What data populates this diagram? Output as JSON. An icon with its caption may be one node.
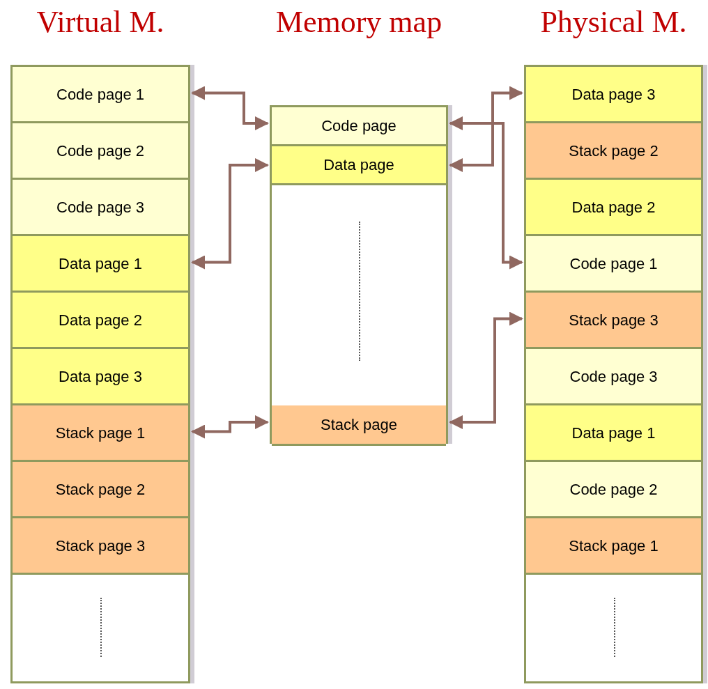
{
  "diagram": {
    "nodes": [
      {
        "text": [
          "Virtual M."
        ]
      },
      {
        "text": [
          "Code page 1"
        ],
        "in": 0
      },
      {
        "text": [
          "Code page 2"
        ],
        "in": 0
      },
      {
        "text": [
          "Code page 3"
        ],
        "in": 0
      },
      {
        "text": [
          "Data page 1"
        ],
        "in": 0
      },
      {
        "text": [
          "Data page 2"
        ],
        "in": 0
      },
      {
        "text": [
          "Data page 3"
        ],
        "in": 0
      },
      {
        "text": [
          "Stack page 1"
        ],
        "in": 0
      },
      {
        "text": [
          "Stack page 2"
        ],
        "in": 0
      },
      {
        "text": [
          "Stack page 3"
        ],
        "in": 0
      },
      {
        "text": [
          "Memory map"
        ]
      },
      {
        "text": [
          "Code page"
        ],
        "in": 10
      },
      {
        "text": [
          "Data page"
        ],
        "in": 10
      },
      {
        "text": [
          "Stack page"
        ],
        "in": 10
      },
      {
        "text": [
          "Physical M."
        ]
      },
      {
        "text": [
          "Data page 3"
        ],
        "in": 14
      },
      {
        "text": [
          "Stack page 2"
        ],
        "in": 14
      },
      {
        "text": [
          "Data page 2"
        ],
        "in": 14
      },
      {
        "text": [
          "Code page 1"
        ],
        "in": 14
      },
      {
        "text": [
          "Stack page 3"
        ],
        "in": 14
      },
      {
        "text": [
          "Code page 3"
        ],
        "in": 14
      },
      {
        "text": [
          "Data page 1"
        ],
        "in": 14
      },
      {
        "text": [
          "Code page 2"
        ],
        "in": 14
      },
      {
        "text": [
          "Stack page 1"
        ],
        "in": 14
      }
    ],
    "edges": [
      {
        "from": 1,
        "to": 11,
        "arrow": "both"
      },
      {
        "from": 4,
        "to": 12,
        "arrow": "both"
      },
      {
        "from": 7,
        "to": 13,
        "arrow": "both"
      },
      {
        "from": 11,
        "to": 18,
        "arrow": "both"
      },
      {
        "from": 12,
        "to": 15,
        "arrow": "both"
      },
      {
        "from": 13,
        "to": 19,
        "arrow": "both"
      }
    ]
  }
}
